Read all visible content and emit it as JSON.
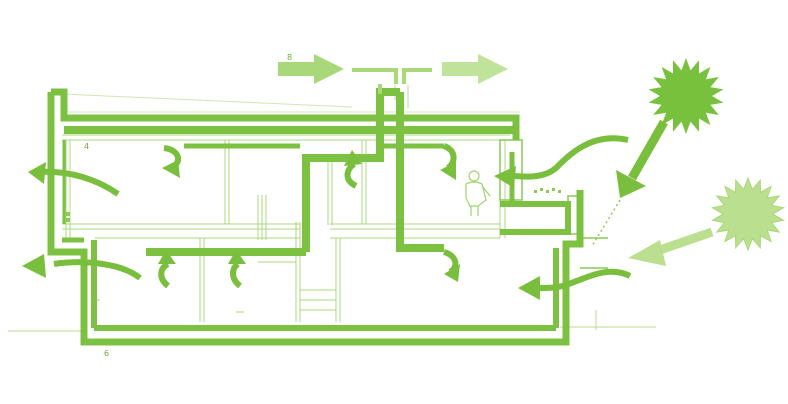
{
  "colors": {
    "wall": "#7cc142",
    "wall_dark": "#6ab133",
    "thin_line": "#9fd46f",
    "arrow": "#79bf3d",
    "arrow_light": "#b9df8f",
    "sun_main": "#78c13d",
    "sun_secondary": "#a8d879",
    "background": "#ffffff"
  },
  "labels": {
    "top_marker": "8",
    "left_marker": "4",
    "bottom_marker": "6"
  },
  "icons": {
    "sun_main": "sun-icon",
    "sun_secondary": "diffuse-sun-icon",
    "person": "person-figure-icon",
    "ventilation_stack": "roof-vent-icon"
  }
}
